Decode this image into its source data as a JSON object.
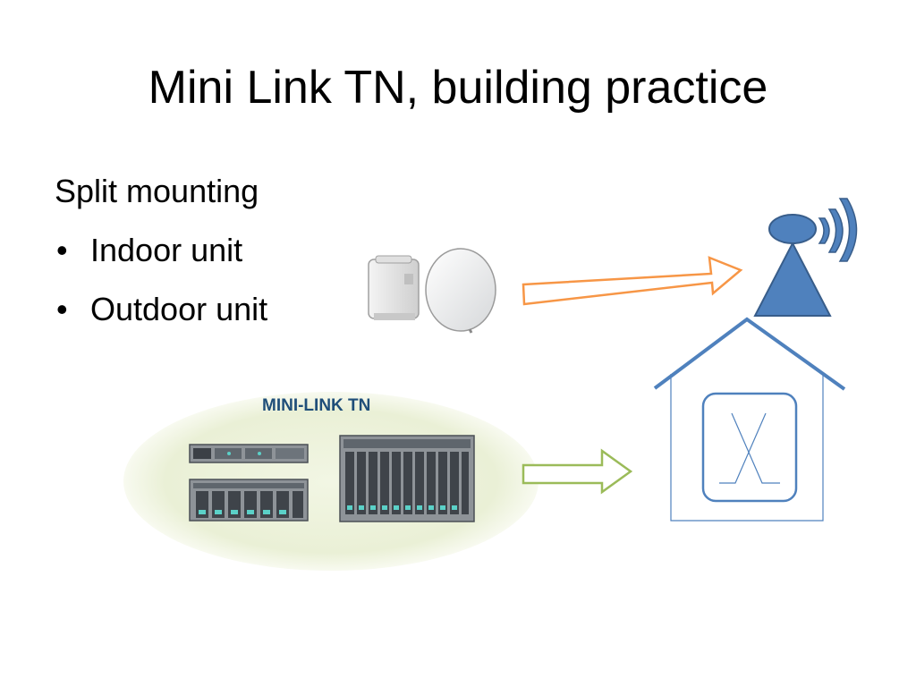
{
  "slide": {
    "title": "Mini Link TN, building practice",
    "subheading": "Split mounting",
    "bullets": [
      {
        "text": "Indoor unit"
      },
      {
        "text": "Outdoor unit"
      }
    ],
    "bullet_glyph": "•",
    "equipment_label": "MINI-LINK TN"
  },
  "icons": {
    "outdoor_unit": "outdoor-radio-unit-image",
    "antenna": "antenna-dish-image",
    "tower": "radio-tower-icon",
    "house": "building-icon",
    "switch": "cross-connect-icon"
  },
  "colors": {
    "orange_arrow": "#F79646",
    "green_arrow": "#9BBB59",
    "blue": "#4F81BD",
    "ellipse": "#EEF3DE"
  }
}
